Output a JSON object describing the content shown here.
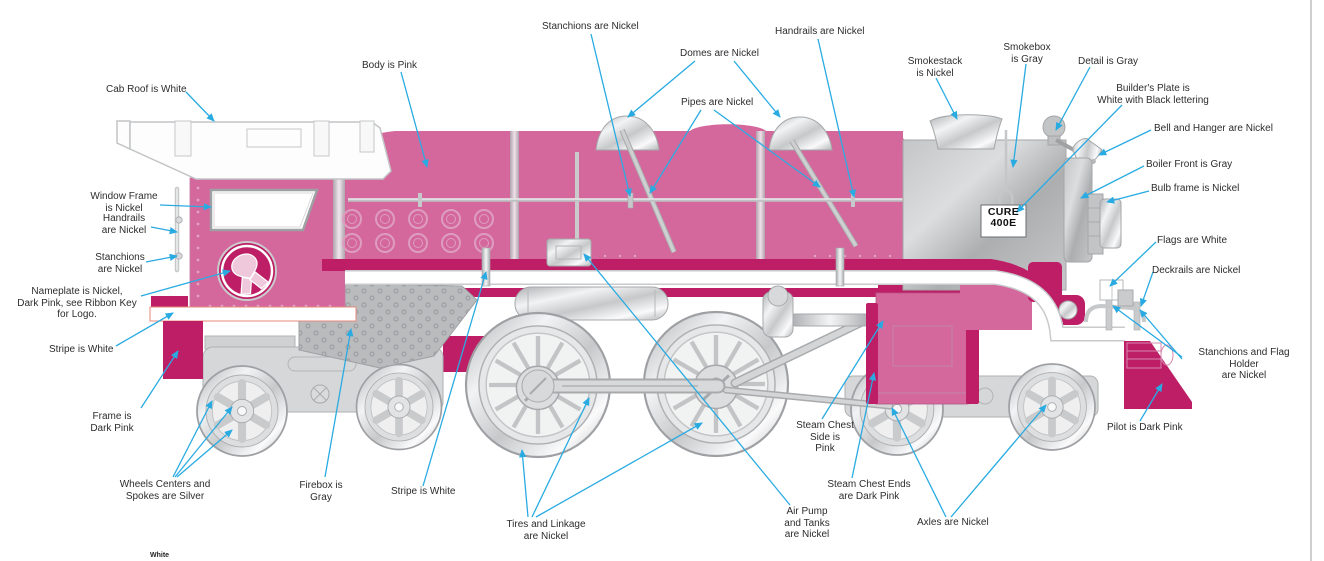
{
  "builders_plate": {
    "text": "CURE\n400E"
  },
  "labels": {
    "cab_roof": "Cab Roof is White",
    "body": "Body is Pink",
    "stanchions_top": "Stanchions are Nickel",
    "domes": "Domes are Nickel",
    "pipes": "Pipes are Nickel",
    "handrails_top": "Handrails are Nickel",
    "smokestack": "Smokestack\nis Nickel",
    "smokebox": "Smokebox\nis Gray",
    "detail": "Detail is Gray",
    "builders_plate_note": "Builder's Plate is\nWhite with Black lettering",
    "bell": "Bell and Hanger are Nickel",
    "boiler_front": "Boiler Front is Gray",
    "bulb_frame": "Bulb frame is Nickel",
    "flags": "Flags are White",
    "deckrails": "Deckrails are Nickel",
    "stanchions_flag_holder": "Stanchions and Flag Holder\nare Nickel",
    "pilot": "Pilot is Dark Pink",
    "window_frame": "Window Frame\nis Nickel",
    "handrails_left": "Handrails\nare Nickel",
    "stanchions_left": "Stanchions\nare Nickel",
    "nameplate": "Nameplate is Nickel,\nDark Pink, see Ribbon Key\nfor Logo.",
    "stripe_left": "Stripe is White",
    "frame": "Frame is\nDark Pink",
    "wheels_centers": "Wheels Centers and\nSpokes are Silver",
    "firebox": "Firebox is\nGray",
    "stripe_bottom": "Stripe is White",
    "tires_linkage": "Tires and Linkage\nare Nickel",
    "steam_chest_side": "Steam Chest\nSide is\nPink",
    "steam_chest_ends": "Steam Chest Ends\nare Dark Pink",
    "air_pump": "Air Pump\nand Tanks\nare Nickel",
    "axles": "Axles are Nickel"
  },
  "legend": {
    "partial_item": "White"
  },
  "colors": {
    "body-pink": "#D4689C",
    "dark-pink": "#BE1E66",
    "part-gray": "#B6B8BA",
    "nickel-silver": "#D9DADB",
    "callout-blue": "#29ABE2",
    "label-text": "#2E2C2D"
  }
}
